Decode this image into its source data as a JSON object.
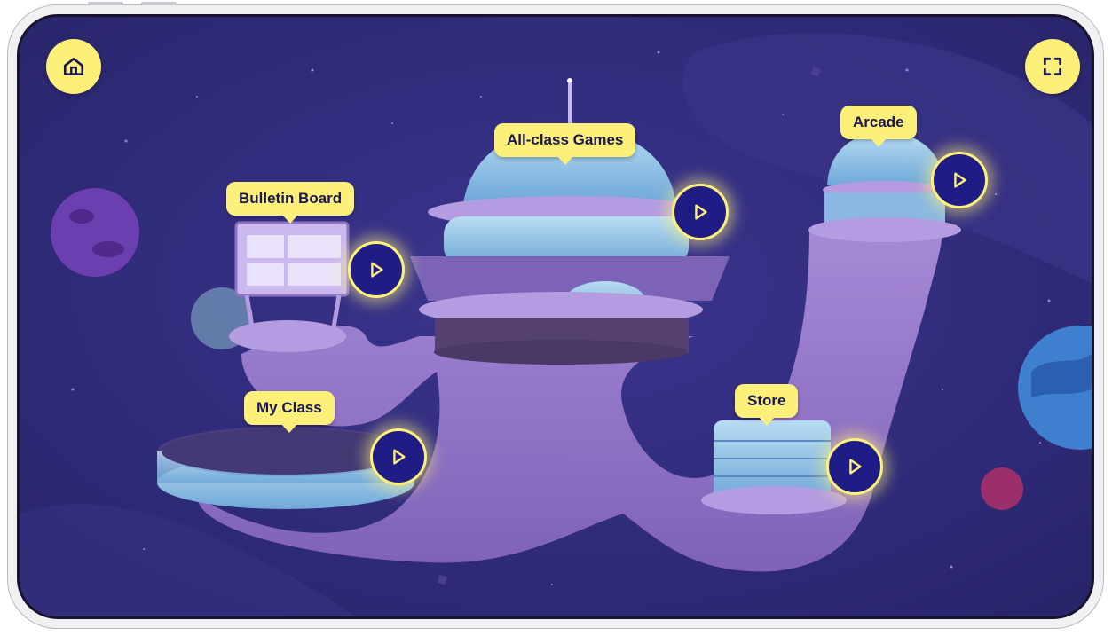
{
  "header": {
    "home_icon": "home-icon",
    "fullscreen_icon": "fullscreen-icon"
  },
  "locations": [
    {
      "label": "Bulletin Board",
      "icon": "play-icon"
    },
    {
      "label": "All-class Games",
      "icon": "play-icon"
    },
    {
      "label": "Arcade",
      "icon": "play-icon"
    },
    {
      "label": "My Class",
      "icon": "play-icon"
    },
    {
      "label": "Store",
      "icon": "play-icon"
    }
  ],
  "colors": {
    "background": "#2f2b78",
    "accent_yellow": "#fdf07a",
    "play_button": "#1f1c86",
    "structure_purple": "#9a7fd0",
    "glass_blue": "#8fc4e6"
  }
}
